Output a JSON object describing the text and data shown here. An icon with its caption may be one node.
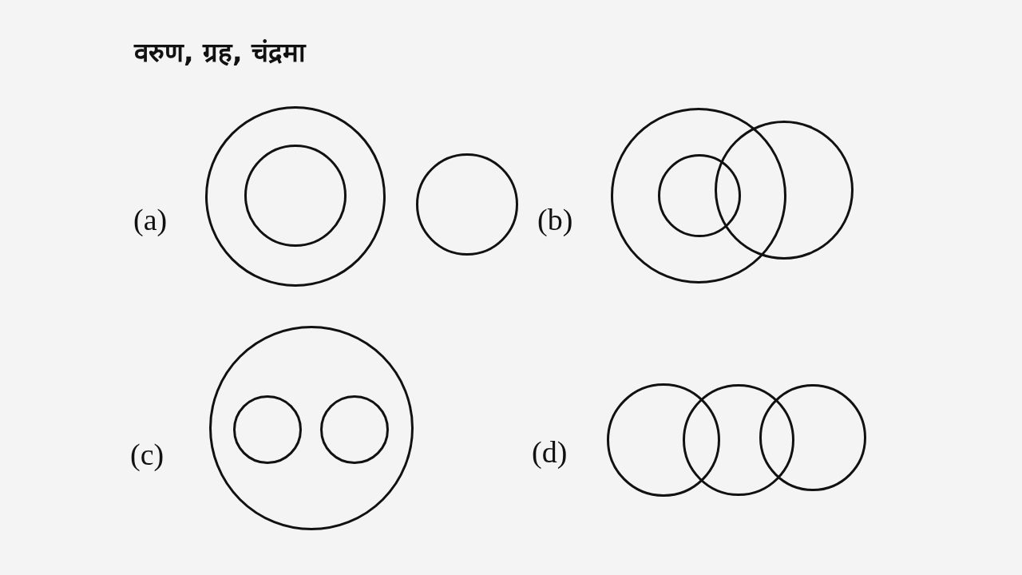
{
  "diagram": {
    "title": "वरुण, ग्रह, चंद्रमा",
    "nodes": [
      {
        "text": [],
        "shape": "circle"
      },
      {
        "text": [],
        "shape": "circle",
        "in": 0
      },
      {
        "text": [],
        "shape": "circle"
      },
      {
        "text": [],
        "shape": "circle"
      },
      {
        "text": [],
        "shape": "circle",
        "in": 3
      },
      {
        "text": [],
        "shape": "circle"
      },
      {
        "text": [],
        "shape": "circle"
      },
      {
        "text": [],
        "shape": "circle",
        "in": 6
      },
      {
        "text": [],
        "shape": "circle",
        "in": 6
      },
      {
        "text": [],
        "shape": "circle"
      },
      {
        "text": [],
        "shape": "circle"
      },
      {
        "text": [],
        "shape": "circle"
      }
    ],
    "labels": [
      "(a)",
      "(b)",
      "(c)",
      "(d)"
    ]
  }
}
